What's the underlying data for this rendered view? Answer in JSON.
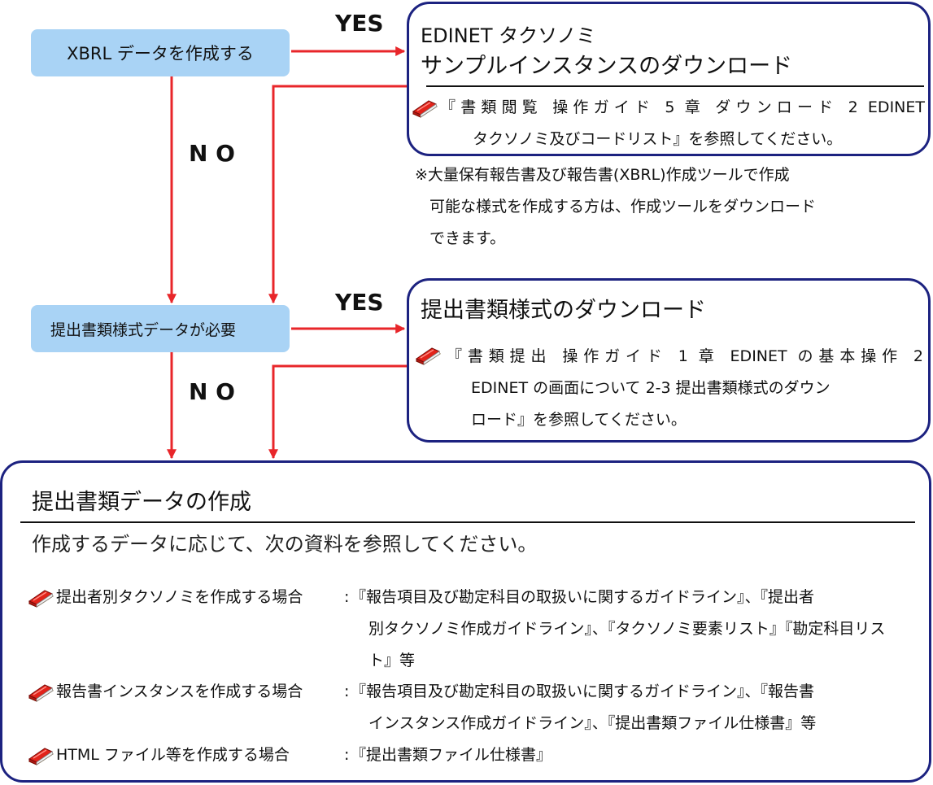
{
  "decision_xbrl": {
    "label": "XBRL データを作成する"
  },
  "decision_forms": {
    "label": "提出書類様式データが必要"
  },
  "yes1": "YES",
  "yes2": "YES",
  "no1": "N O",
  "no2": "N O",
  "taxonomy_box": {
    "title_line1": "EDINET タクソノミ",
    "title_line2": "サンプルインスタンスのダウンロード",
    "ref_line1": "『書類閲覧 操作ガイド 5 章 ダウンロード 2 EDINET",
    "ref_line2": "タクソノミ及びコードリスト』を参照してください。"
  },
  "note": {
    "line1": "※大量保有報告書及び報告書(XBRL)作成ツールで作成",
    "line2": "可能な様式を作成する方は、作成ツールをダウンロード",
    "line3": "できます。"
  },
  "forms_box": {
    "title": "提出書類様式のダウンロード",
    "ref_line1": "『書類提出 操作ガイド 1 章 EDINET の基本操作 2",
    "ref_line2": "EDINET の画面について 2-3 提出書類様式のダウン",
    "ref_line3": "ロード』を参照してください。"
  },
  "creation_box": {
    "title": "提出書類データの作成",
    "lead": "作成するデータに応じて、次の資料を参照してください。",
    "rows": [
      {
        "label": "提出者別タクソノミを作成する場合",
        "sep": ":",
        "lines": [
          "『報告項目及び勘定科目の取扱いに関するガイドライン』、『提出者",
          "別タクソノミ作成ガイドライン』、『タクソノミ要素リスト』『勘定科目リス",
          "ト』等"
        ]
      },
      {
        "label": "報告書インスタンスを作成する場合",
        "sep": ":",
        "lines": [
          "『報告項目及び勘定科目の取扱いに関するガイドライン』、『報告書",
          "インスタンス作成ガイドライン』、『提出書類ファイル仕様書』等"
        ]
      },
      {
        "label": "HTML ファイル等を作成する場合",
        "sep": ":",
        "lines": [
          "『提出書類ファイル仕様書』"
        ]
      }
    ]
  },
  "colors": {
    "arrow": "#e8262a",
    "decision_fill": "#a9d3f5",
    "panel_border": "#1c2280",
    "book_red": "#e2231a"
  },
  "icons": [
    "book-icon"
  ]
}
